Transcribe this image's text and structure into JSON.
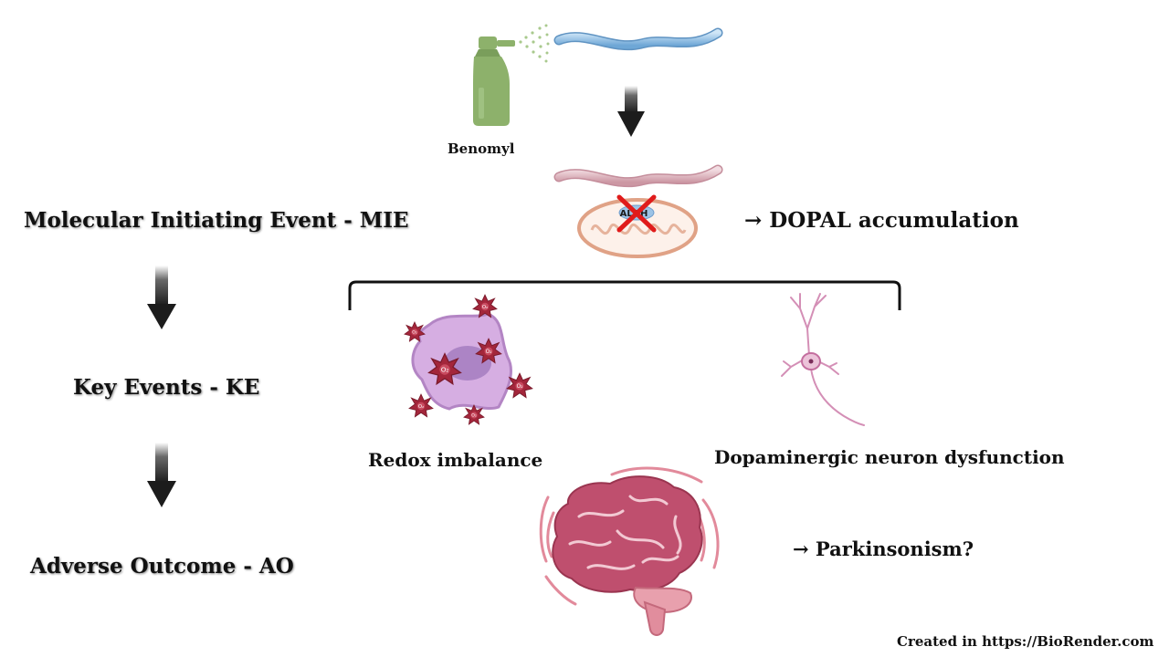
{
  "levels": {
    "mie": "Molecular Initiating Event - MIE",
    "ke": "Key Events - KE",
    "ao": "Adverse Outcome - AO"
  },
  "agent": {
    "label": "Benomyl"
  },
  "enzyme": {
    "label": "ALDH"
  },
  "mie_effect": "→ DOPAL accumulation",
  "key_events": {
    "redox": "Redox imbalance",
    "neuron": "Dopaminergic neuron dysfunction"
  },
  "adverse_outcome": "→ Parkinsonism?",
  "credit": "Created in  https://BioRender.com",
  "icons": [
    "spray-bottle-icon",
    "worm-icon",
    "mitochondrion-icon",
    "cell-icon",
    "neuron-icon",
    "brain-icon"
  ],
  "colors": {
    "arrow": "#1c1c1c",
    "spray_bottle": "#8db16b",
    "worm_healthy": "#7fb3dd",
    "worm_affected": "#d9a8b2",
    "inhibit_cross": "#e01b1b",
    "mitochondrion": "#e9b49c",
    "cell": "#d6aee2",
    "ros": "#a3263b",
    "neuron": "#d48fb6",
    "brain": "#c0516e"
  }
}
